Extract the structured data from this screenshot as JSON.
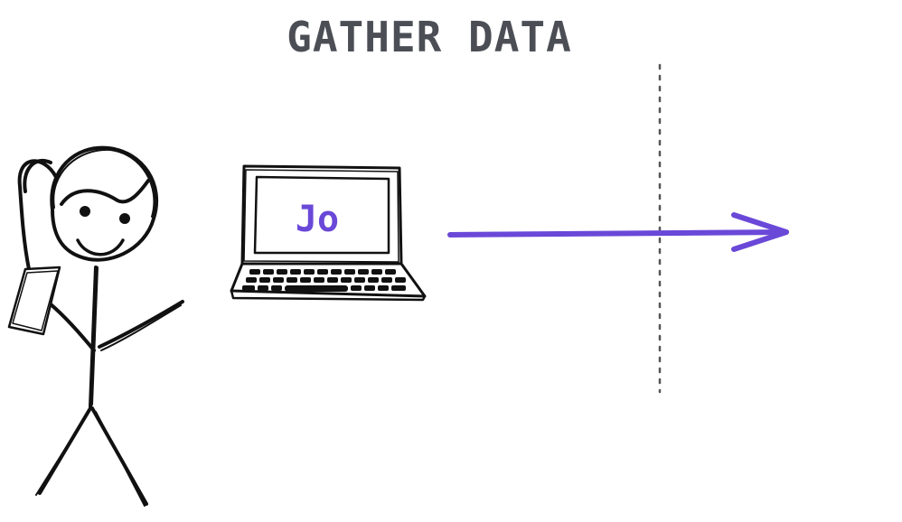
{
  "title": "GATHER DATA",
  "laptop": {
    "screen_text": "Jo"
  },
  "colors": {
    "title": "#4b4f55",
    "accent": "#6a48d8",
    "ink": "#111111",
    "divider": "#555555"
  },
  "icons": [
    "stick-figure-on-phone",
    "laptop-icon",
    "arrow-right-icon",
    "dotted-divider-line"
  ]
}
